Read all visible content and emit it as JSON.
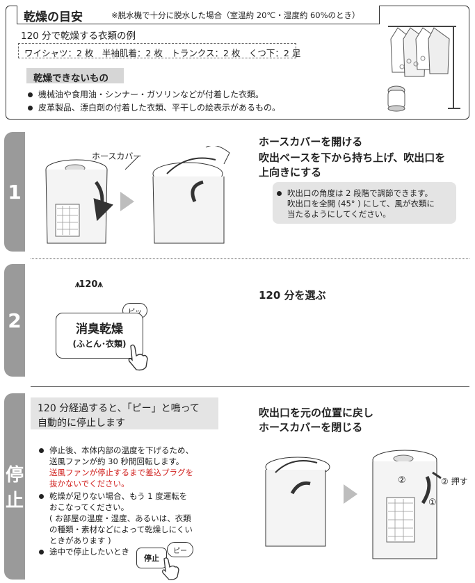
{
  "drying_guide": {
    "title": "乾燥の目安",
    "note": "※脱水機で十分に脱水した場合（室温約 20℃・湿度約 60%のとき）",
    "example_title": "120 分で乾燥する衣類の例",
    "example_items": "ワイシャツ：2 枚　半袖肌着：2 枚　トランクス：2 枚　くつ下：2 足",
    "cannot_label": "乾燥できないもの",
    "cannot_items": [
      "機械油や食用油・シンナー・ガソリンなどが付着した衣類。",
      "皮革製品、漂白剤の付着した衣類、平干しの絵表示があるもの。"
    ]
  },
  "step1": {
    "number": "1",
    "hose_cover_label": "ホースカバー",
    "heading_line1": "ホースカバーを開ける",
    "heading_line2": "吹出ベースを下から持ち上げ、吹出口を",
    "heading_line3": "上向きにする",
    "note_line1": "吹出口の角度は 2 段階で調節できます。",
    "note_line2": "吹出口を全開 (45° ) にして、風が衣類に",
    "note_line3": "当たるようにしてください。"
  },
  "step2": {
    "number": "2",
    "display_value": "120",
    "beep": "ピッ",
    "button_line1": "消臭乾燥",
    "button_line2": "(ふとん･衣類)",
    "heading": "120 分を選ぶ"
  },
  "stop": {
    "tab_label_1": "停",
    "tab_label_2": "止",
    "auto_stop_line1": "120 分経過すると、「ピー」と鳴って",
    "auto_stop_line2": "自動的に停止します",
    "b1_line1": "停止後、本体内部の温度を下げるため、",
    "b1_line2": "送風ファンが約 30 秒間回転します。",
    "b1_red1": "送風ファンが停止するまで差込プラグを",
    "b1_red2": "抜かないでください。",
    "b2_line1": "乾燥が足りない場合、もう 1 度運転を",
    "b2_line2": "おこなってください。",
    "b2_line3": "( お部屋の温度・湿度、あるいは、衣類",
    "b2_line4": "の種類・素材などによって乾燥しにくい",
    "b2_line5": "ときがあります )",
    "b3": "途中で停止したいとき",
    "stop_button": "停止",
    "stop_beep": "ピー",
    "heading_line1": "吹出口を元の位置に戻し",
    "heading_line2": "ホースカバーを閉じる",
    "mark_1": "①",
    "mark_2": "②",
    "mark_2_push": "② 押す"
  }
}
